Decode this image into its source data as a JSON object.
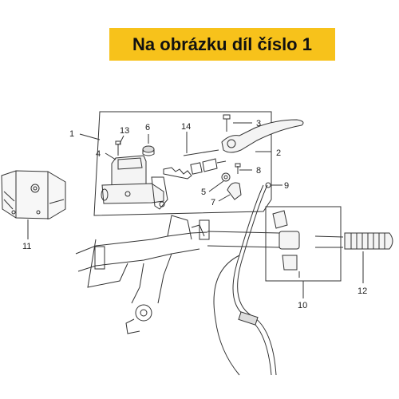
{
  "banner": {
    "text": "Na obrázku díl číslo 1",
    "background": "#f7c21b"
  },
  "callouts": [
    {
      "id": "c1",
      "label": "1"
    },
    {
      "id": "c2",
      "label": "2"
    },
    {
      "id": "c3",
      "label": "3"
    },
    {
      "id": "c4",
      "label": "4"
    },
    {
      "id": "c5",
      "label": "5"
    },
    {
      "id": "c6",
      "label": "6"
    },
    {
      "id": "c7",
      "label": "7"
    },
    {
      "id": "c8",
      "label": "8"
    },
    {
      "id": "c9",
      "label": "9"
    },
    {
      "id": "c10",
      "label": "10"
    },
    {
      "id": "c11",
      "label": "11"
    },
    {
      "id": "c12",
      "label": "12"
    },
    {
      "id": "c13",
      "label": "13"
    },
    {
      "id": "c14",
      "label": "14"
    }
  ]
}
